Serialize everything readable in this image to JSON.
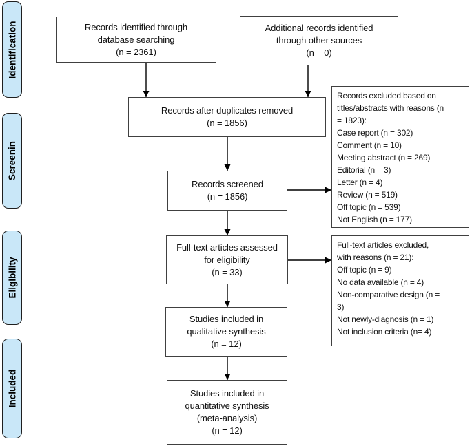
{
  "stages": [
    {
      "label": "Identification"
    },
    {
      "label": "Screenin"
    },
    {
      "label": "Eligibility"
    },
    {
      "label": "Included"
    }
  ],
  "boxes": {
    "identified_db": "Records identified through\ndatabase searching\n(n = 2361)",
    "identified_other": "Additional records identified\nthrough other sources\n(n = 0)",
    "after_duplicates": "Records after duplicates removed\n(n = 1856)",
    "screened": "Records screened\n(n = 1856)",
    "fulltext_assessed": "Full-text articles assessed\nfor eligibility\n(n = 33)",
    "qualitative": "Studies included in\nqualitative synthesis\n(n = 12)",
    "quantitative": "Studies included in\nquantitative synthesis\n(meta-analysis)\n(n = 12)",
    "excluded_titles": "Records excluded based on\ntitles/abstracts with reasons (n\n= 1823):\nCase report (n = 302)\nComment (n = 10)\nMeeting abstract (n = 269)\nEditorial (n = 3)\nLetter (n = 4)\nReview (n = 519)\nOff topic (n = 539)\nNot English (n = 177)",
    "excluded_fulltext": "Full-text articles excluded,\nwith reasons (n = 21):\nOff topic (n = 9)\nNo data available (n = 4)\nNon-comparative design (n =\n3)\nNot newly-diagnosis (n = 1)\nNot inclusion criteria (n= 4)"
  },
  "colors": {
    "stage_fill": "#c9e7f8",
    "stage_border": "#1f1f1f",
    "box_border": "#404040",
    "arrow": "#000000",
    "background": "#ffffff"
  }
}
